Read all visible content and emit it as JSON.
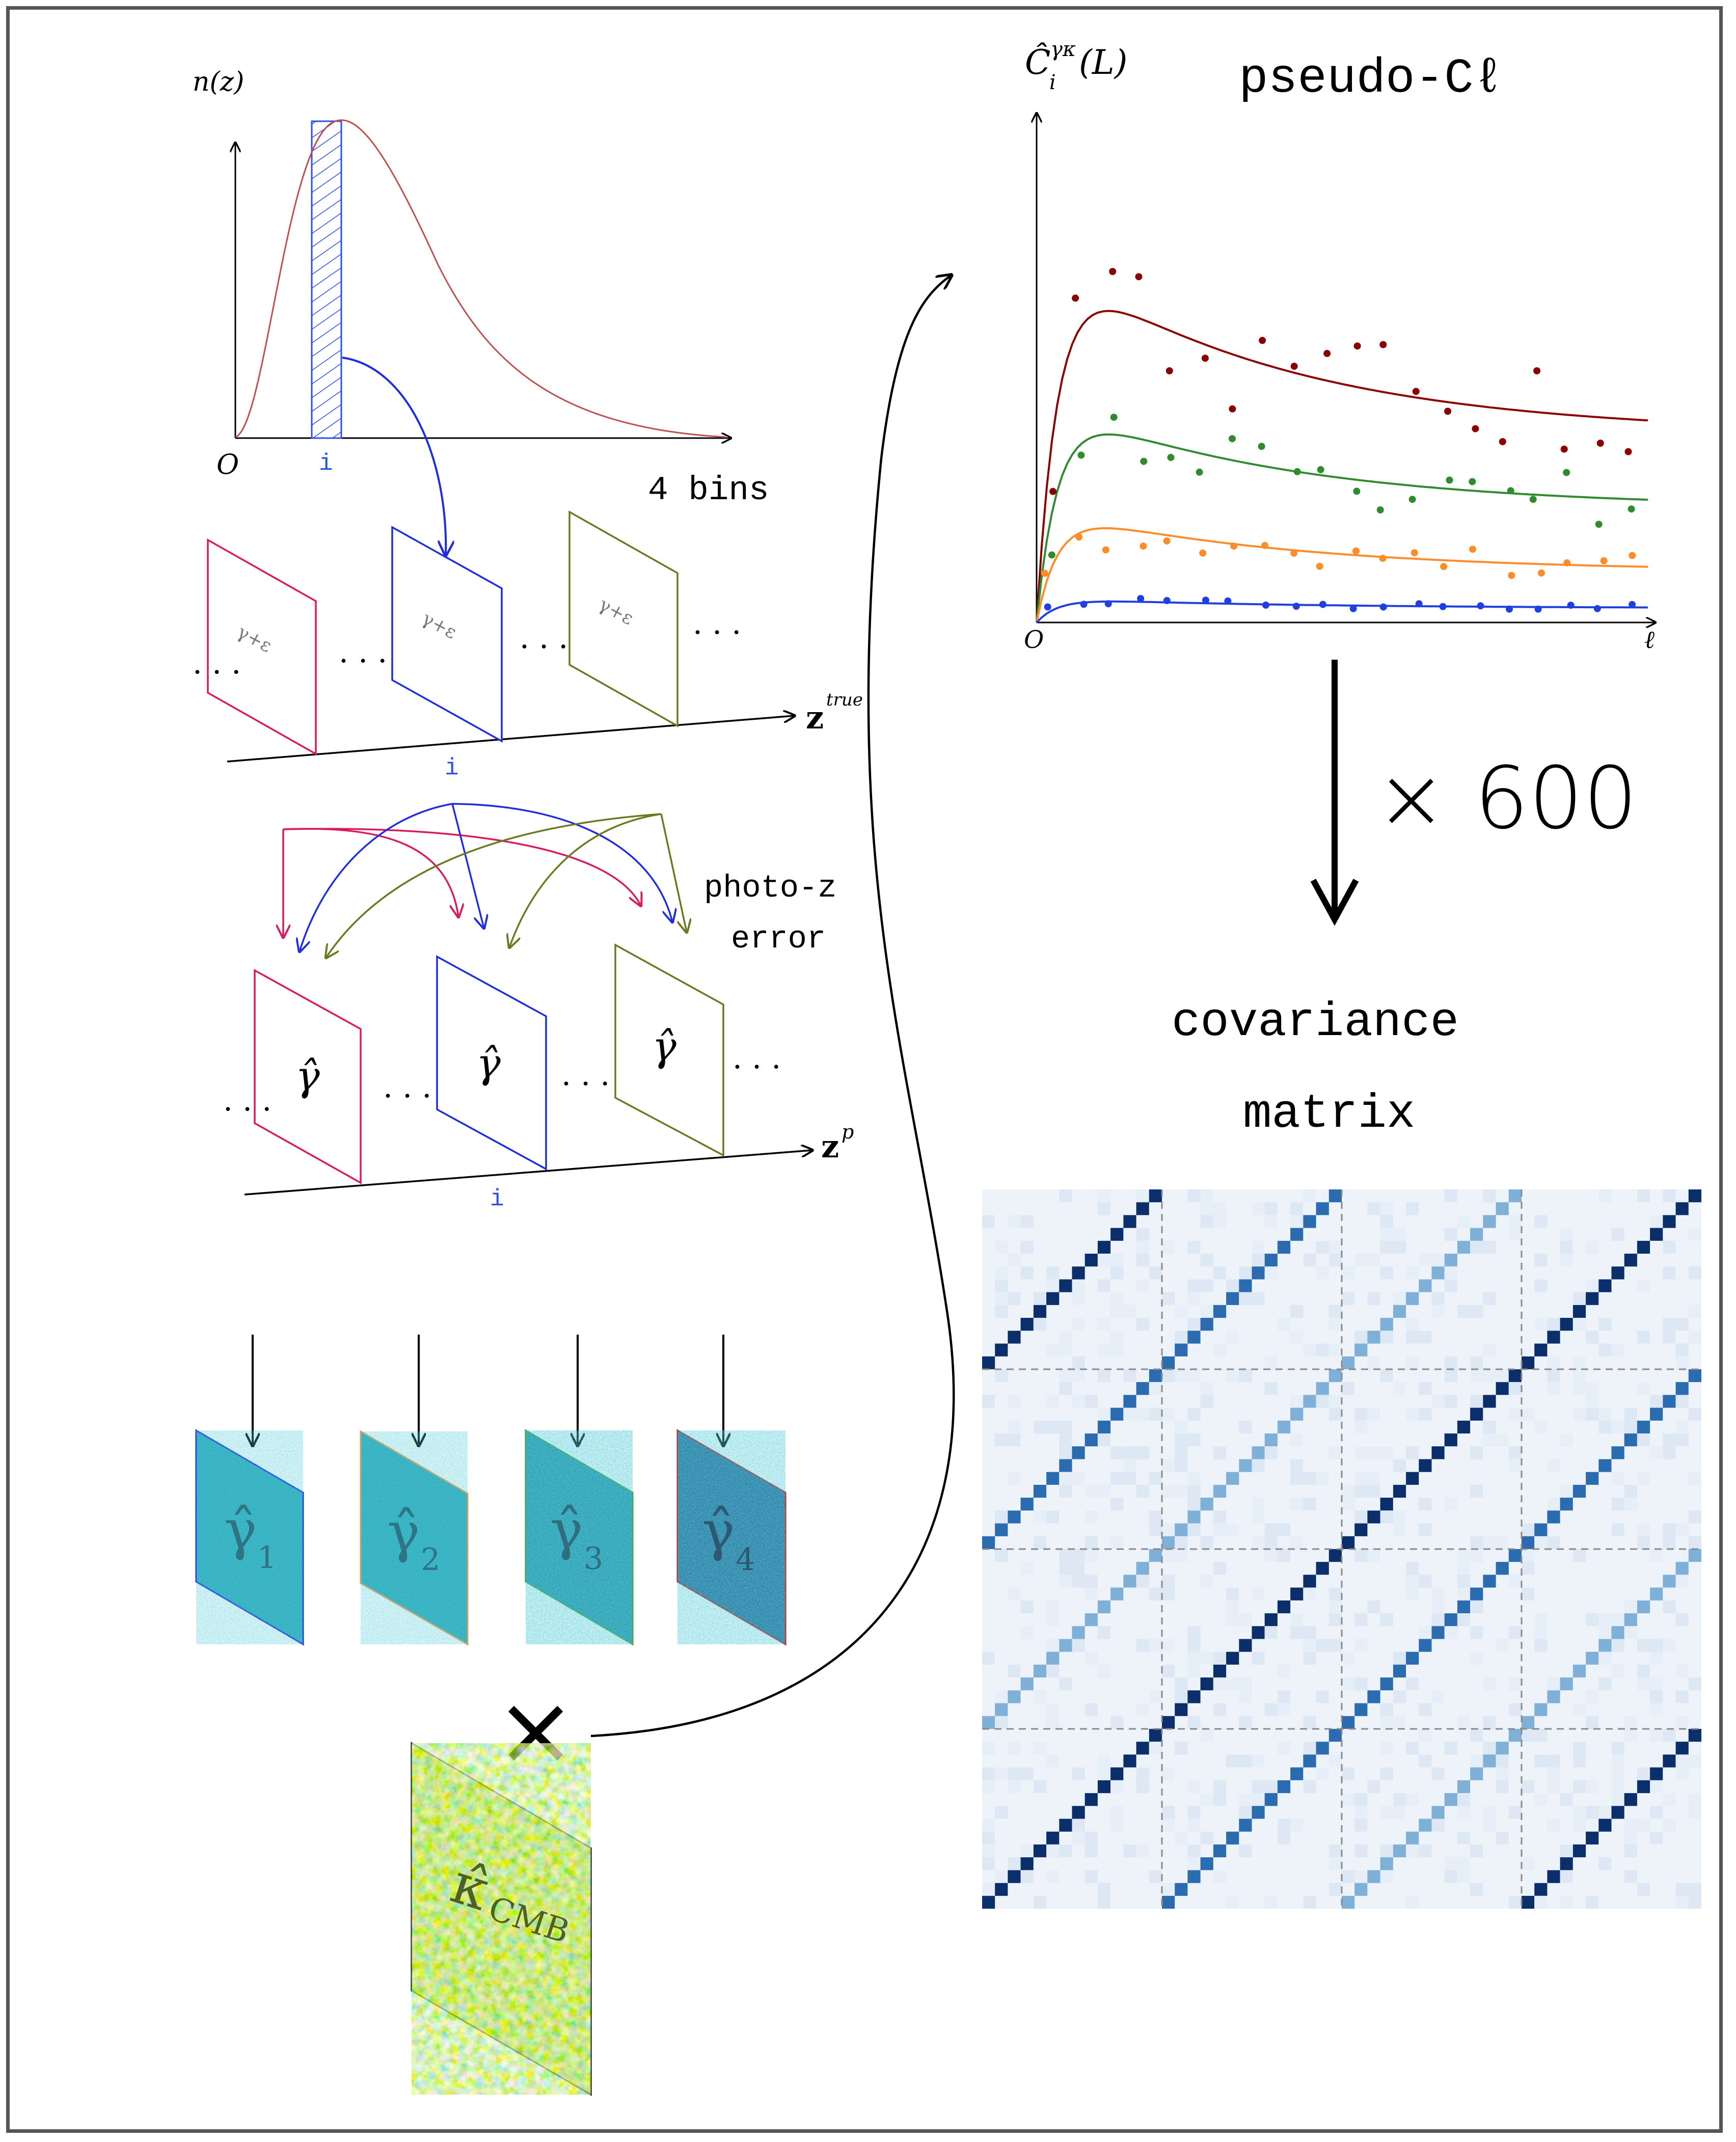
{
  "colors": {
    "frame": "#555555",
    "nz_curve": "#c0504d",
    "bin_blue": "#2a52e8",
    "crimson": "#d81b60",
    "blue": "#1f2de0",
    "olive": "#6b7a1f",
    "orange": "#e8964a",
    "green_plane": "#3a9a3a",
    "dark_red": "#8b0000",
    "green": "#2e8b2e",
    "orange_curve": "#ff8c2a",
    "blue_curve": "#1f3fe0",
    "cov_dark": "#0b2f6b",
    "cov_light": "#eef3fa",
    "gamma_cyan": "#2ba8b8",
    "kappa_yellow": "#d8e83a"
  },
  "nz": {
    "y_label": "n(z)",
    "origin": "O",
    "bin_label": "i",
    "bins_text": "4 bins"
  },
  "ztrue": {
    "axis_label": "z",
    "axis_sup": "true",
    "plane_text": "γ+ε",
    "dots": "· · ·",
    "bin_label": "i"
  },
  "photoz": {
    "line1": "photo-z",
    "line2": "error"
  },
  "zp": {
    "axis_label": "z",
    "axis_sup": "p",
    "plane_text": "γ̂",
    "dots": "· · ·",
    "bin_label": "i"
  },
  "maps": {
    "labels": [
      "γ̂",
      "γ̂",
      "γ̂",
      "γ̂"
    ],
    "subs": [
      "1",
      "2",
      "3",
      "4"
    ]
  },
  "cross_symbol": "×",
  "kappa": {
    "label": "κ̂",
    "sub": "CMB"
  },
  "pseudo": {
    "title": "pseudo-Cℓ",
    "y_label_main": "Ĉ",
    "y_label_sub": "i",
    "y_label_sup": "γκ",
    "y_label_arg": "(L)",
    "origin": "O",
    "x_label": "ℓ"
  },
  "multiplier": "× 600",
  "covariance": {
    "line1": "covariance",
    "line2": "matrix"
  }
}
